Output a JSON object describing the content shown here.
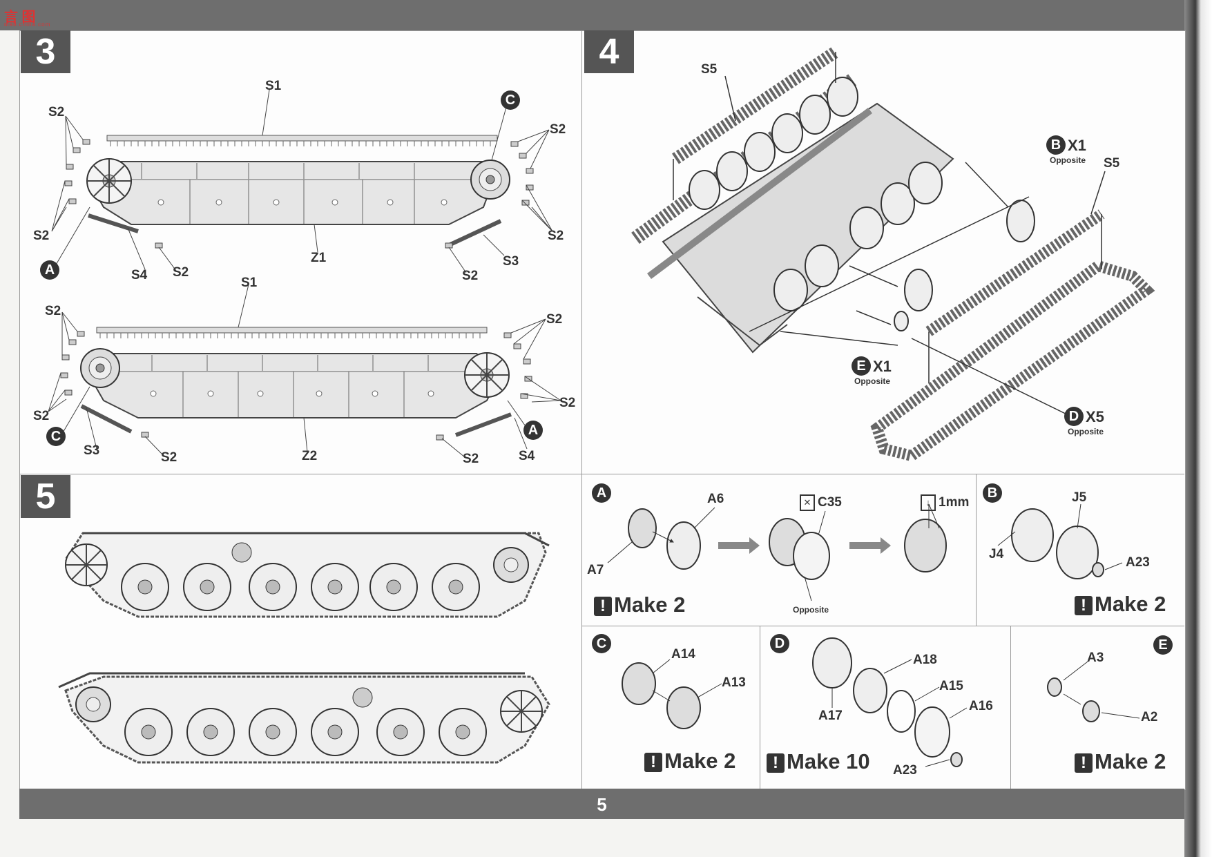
{
  "header": {
    "watermark": "言 图",
    "watermark_sub": "ma8.china.com"
  },
  "page_number": "5",
  "steps": [
    {
      "number": "3"
    },
    {
      "number": "4"
    },
    {
      "number": "5"
    }
  ],
  "step3": {
    "upper": {
      "s1": "S1",
      "s2_tl": "S2",
      "s2_bl": "S2",
      "s2_tr": "S2",
      "s2_br": "S2",
      "s2_b1": "S2",
      "s2_b2": "S2",
      "s3": "S3",
      "s4": "S4",
      "z": "Z1",
      "callout_a": "A",
      "callout_c": "C"
    },
    "lower": {
      "s1": "S1",
      "s2_tl": "S2",
      "s2_bl": "S2",
      "s2_tr": "S2",
      "s2_br": "S2",
      "s2_b1": "S2",
      "s2_b2": "S2",
      "s3": "S3",
      "s4": "S4",
      "z": "Z2",
      "callout_a": "A",
      "callout_c": "C"
    }
  },
  "step4": {
    "s5_left": "S5",
    "s5_right": "S5",
    "b_letter": "B",
    "b_qty": "X1",
    "b_note": "Opposite",
    "e_letter": "E",
    "e_qty": "X1",
    "e_note": "Opposite",
    "d_letter": "D",
    "d_qty": "X5",
    "d_note": "Opposite"
  },
  "sub_a": {
    "letter": "A",
    "p1": "A6",
    "p2": "A7",
    "p3": "C35",
    "p4": "1mm",
    "note": "Opposite",
    "bang": "!",
    "make": "Make 2"
  },
  "sub_b": {
    "letter": "B",
    "p1": "J5",
    "p2": "J4",
    "p3": "A23",
    "bang": "!",
    "make": "Make 2"
  },
  "sub_c": {
    "letter": "C",
    "p1": "A14",
    "p2": "A13",
    "bang": "!",
    "make": "Make 2"
  },
  "sub_d": {
    "letter": "D",
    "p1": "A18",
    "p2": "A15",
    "p3": "A16",
    "p4": "A17",
    "p5": "A23",
    "bang": "!",
    "make": "Make 10"
  },
  "sub_e": {
    "letter": "E",
    "p1": "A3",
    "p2": "A2",
    "bang": "!",
    "make": "Make 2"
  }
}
